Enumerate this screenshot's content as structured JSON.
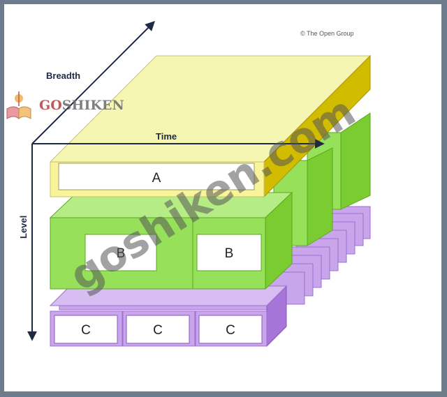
{
  "axes": {
    "breadth": "Breadth",
    "time": "Time",
    "level": "Level"
  },
  "copyright": "© The Open Group",
  "boxes": {
    "a": "A",
    "b1": "B",
    "b2": "B",
    "c1": "C",
    "c2": "C",
    "c3": "C"
  },
  "watermark": {
    "logo_go": "GO",
    "logo_shiken": "SHIKEN",
    "diagonal": "goshiken.com"
  },
  "colors": {
    "yellow": "#f6f6b3",
    "yellow_side": "#d2bc00",
    "green": "#96e05a",
    "green_side": "#7acc30",
    "purple": "#c9a6ec",
    "purple_side": "#a774d8",
    "watermark_logo": "#b0413e"
  }
}
